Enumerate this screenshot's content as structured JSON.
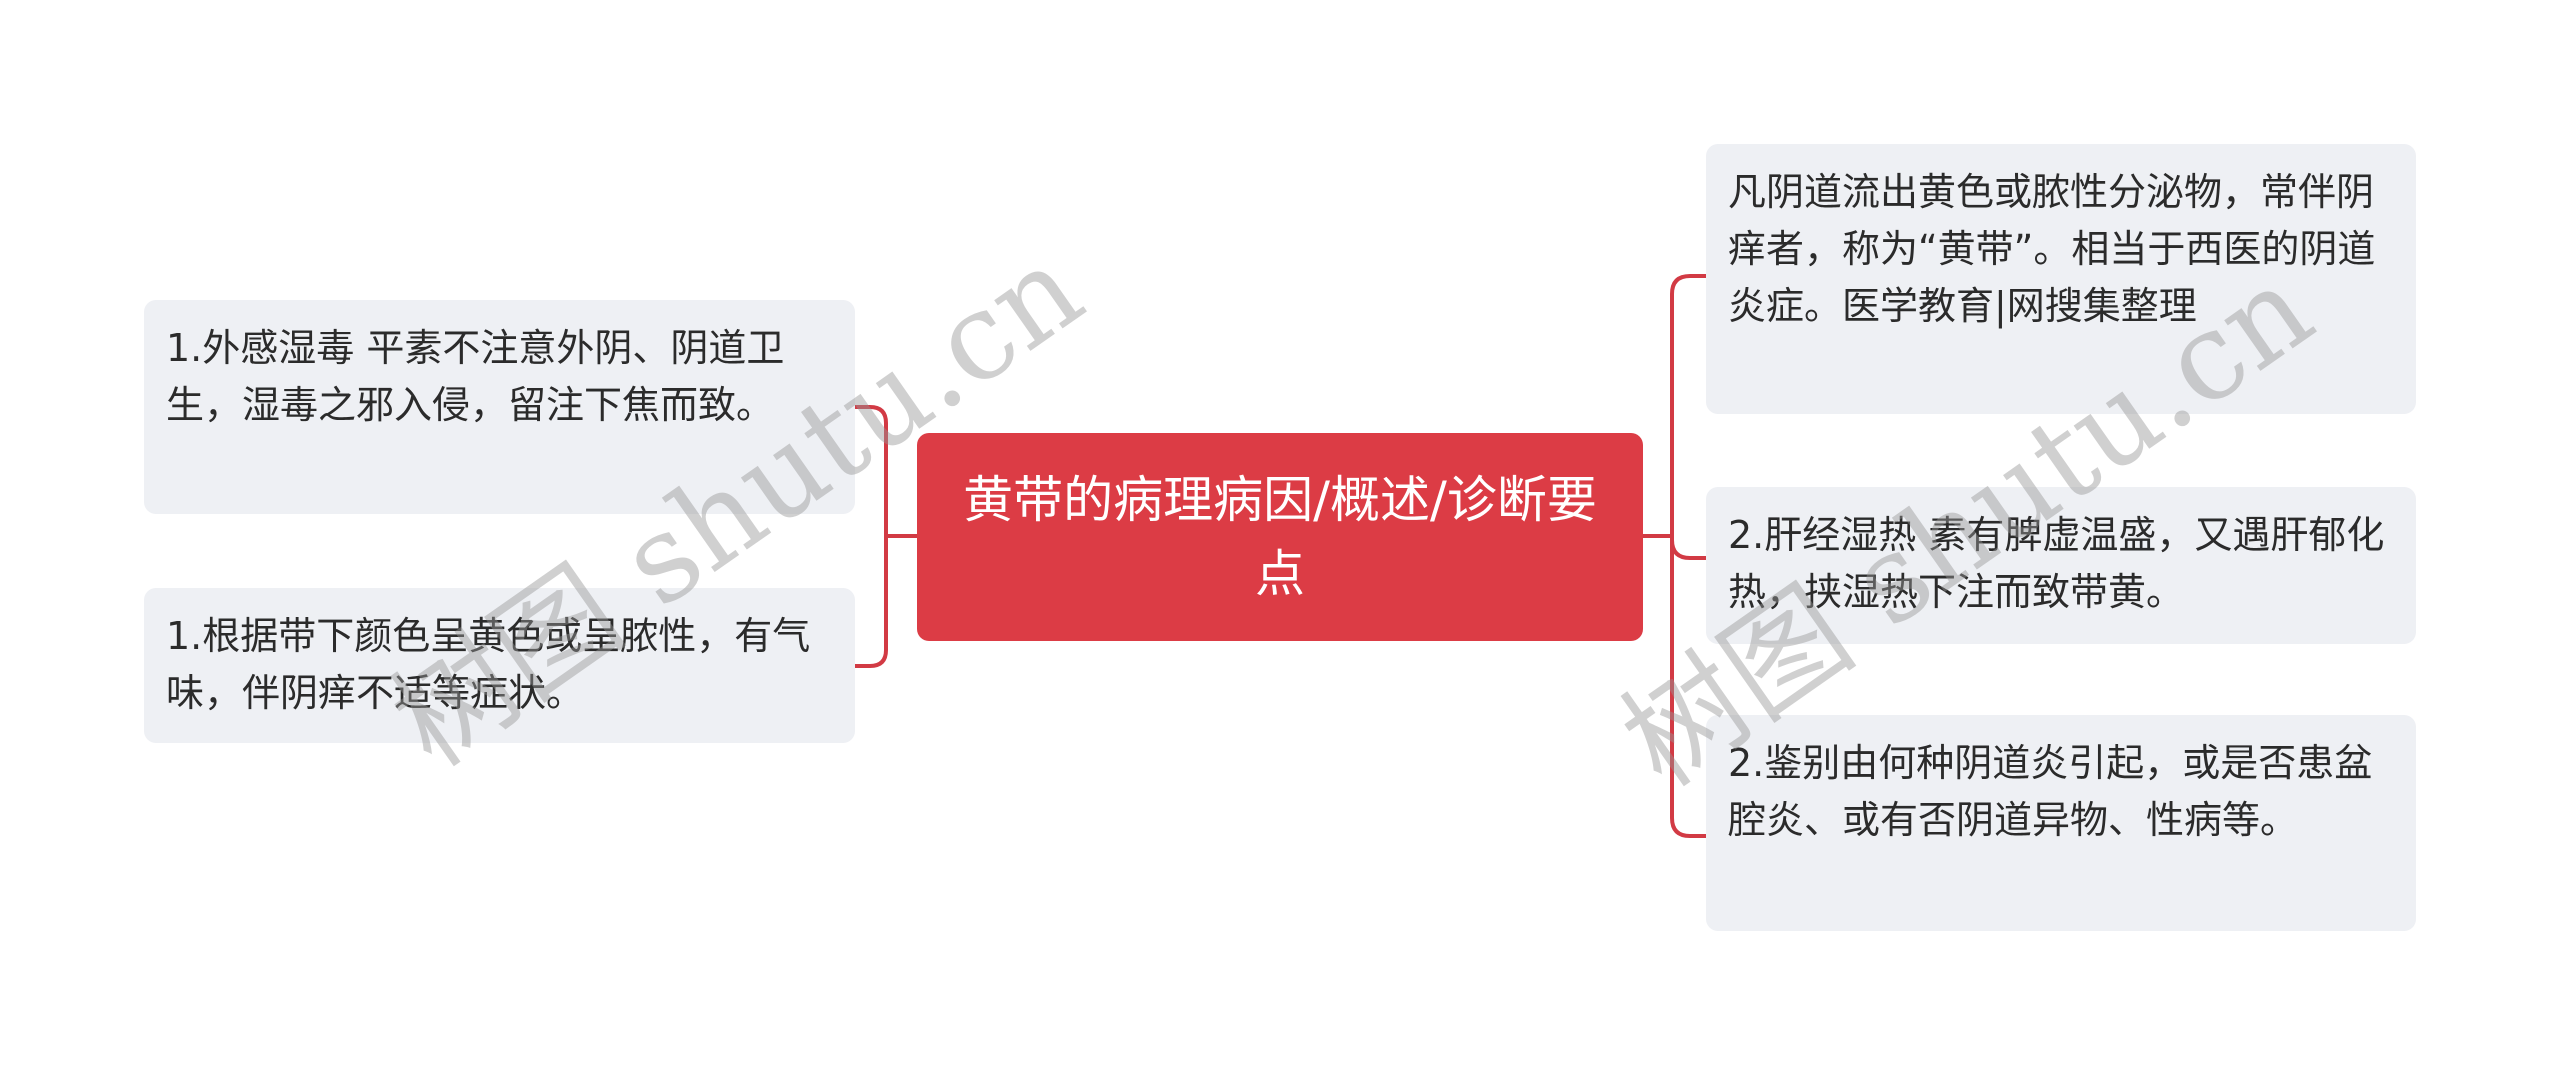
{
  "mindmap": {
    "root": {
      "label": "黄带的病理病因/概述/诊断要点"
    },
    "left": [
      {
        "label": "1.外感湿毒 平素不注意外阴、阴道卫生，湿毒之邪入侵，留注下焦而致。"
      },
      {
        "label": "1.根据带下颜色呈黄色或呈脓性，有气味，伴阴痒不适等症状。"
      }
    ],
    "right": [
      {
        "label": "凡阴道流出黄色或脓性分泌物，常伴阴痒者，称为“黄带”。相当于西医的阴道炎症。医学教育|网搜集整理"
      },
      {
        "label": "2.肝经湿热 素有脾虚温盛，又遇肝郁化热，挟湿热下注而致带黄。"
      },
      {
        "label": "2.鉴别由何种阴道炎引起，或是否患盆腔炎、或有否阴道异物、性病等。"
      }
    ]
  },
  "watermark": {
    "text": "树图 shutu.cn"
  },
  "colors": {
    "accent": "#dc3c45",
    "leaf_bg": "#eef0f4",
    "text": "#2b2b2b"
  }
}
